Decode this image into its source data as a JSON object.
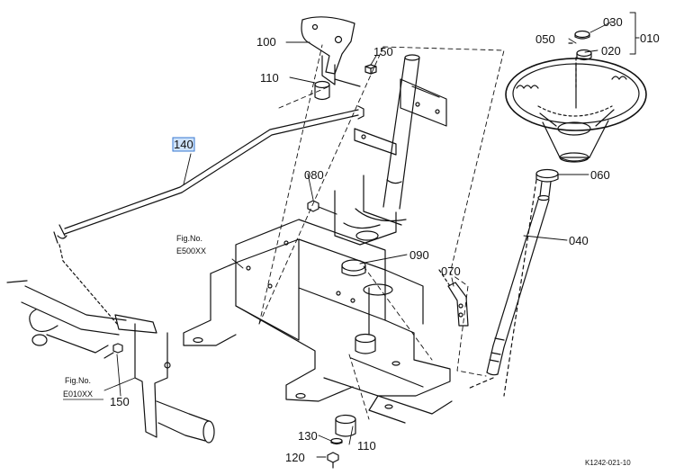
{
  "parts": {
    "p010": "010",
    "p020": "020",
    "p030": "030",
    "p040": "040",
    "p050": "050",
    "p060": "060",
    "p070": "070",
    "p080": "080",
    "p090": "090",
    "p100": "100",
    "p110a": "110",
    "p110b": "110",
    "p120": "120",
    "p130": "130",
    "p140": "140",
    "p150a": "150",
    "p150b": "150"
  },
  "refs": {
    "fig_label_1": "Fig.No.",
    "fig_code_1": "E500XX",
    "fig_label_2": "Fig.No.",
    "fig_code_2": "E010XX"
  },
  "drawing_code": "K1242-021-10",
  "colors": {
    "highlight": "#cfe3fb",
    "highlight_border": "#3a7ad1",
    "line": "#111111"
  }
}
